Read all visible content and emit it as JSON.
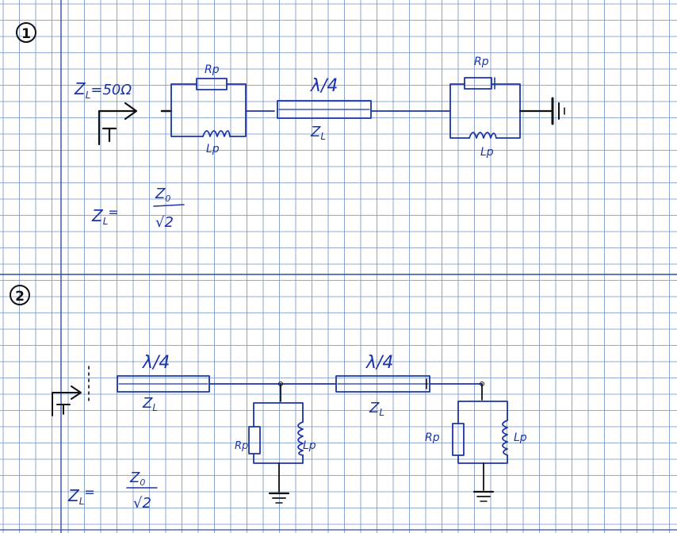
{
  "sections": [
    {
      "number": "1",
      "labels": {
        "z_source": "Z",
        "z_source_sub": "L",
        "z_source_value": "=50Ω",
        "rp_left": "Rp",
        "lp_left": "Lp",
        "line_length": "λ/4",
        "line_impedance": "Z",
        "line_impedance_sub": "L",
        "rp_right": "Rp",
        "lp_right": "Lp",
        "formula_lhs": "Z",
        "formula_lhs_sub": "L",
        "formula_eq": "=",
        "formula_num": "Z",
        "formula_num_sub": "0",
        "formula_den": "√2"
      }
    },
    {
      "number": "2",
      "labels": {
        "line1_length": "λ/4",
        "line1_impedance": "Z",
        "line1_impedance_sub": "L",
        "rp_mid": "Rp",
        "lp_mid": "Lp",
        "line2_length": "λ/4",
        "line2_impedance": "Z",
        "line2_impedance_sub": "L",
        "rp_end": "Rp",
        "lp_end": "Lp",
        "formula_lhs": "Z",
        "formula_lhs_sub": "L",
        "formula_eq": "=",
        "formula_num": "Z",
        "formula_num_sub": "0",
        "formula_den": "√2"
      }
    }
  ],
  "colors": {
    "paper": "#ffffff",
    "grid": "#6f8fc4",
    "divider": "#2f4fa0",
    "ink": "#1a35a8",
    "pencil": "#111111"
  }
}
